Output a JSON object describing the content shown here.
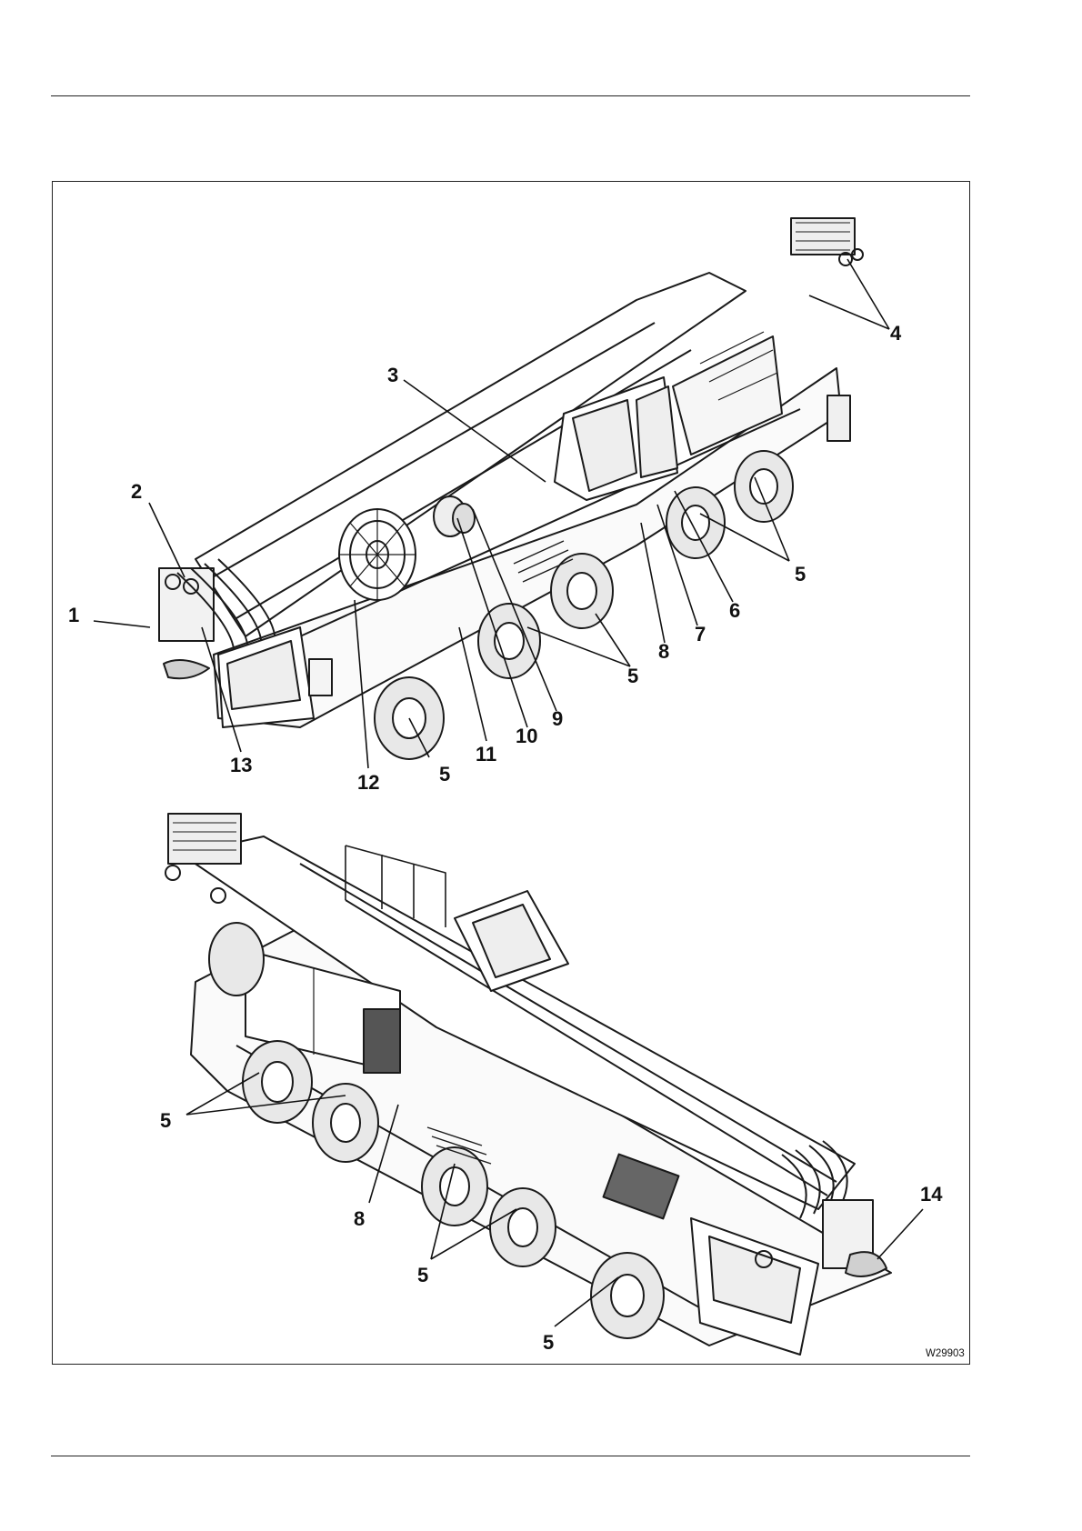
{
  "figure": {
    "code": "W29903",
    "top_view": {
      "callouts": [
        {
          "id": "c1",
          "label": "1"
        },
        {
          "id": "c2",
          "label": "2"
        },
        {
          "id": "c3",
          "label": "3"
        },
        {
          "id": "c4",
          "label": "4"
        },
        {
          "id": "c5a",
          "label": "5"
        },
        {
          "id": "c5b",
          "label": "5"
        },
        {
          "id": "c5c",
          "label": "5"
        },
        {
          "id": "c6",
          "label": "6"
        },
        {
          "id": "c7",
          "label": "7"
        },
        {
          "id": "c8",
          "label": "8"
        },
        {
          "id": "c9",
          "label": "9"
        },
        {
          "id": "c10",
          "label": "10"
        },
        {
          "id": "c11",
          "label": "11"
        },
        {
          "id": "c12",
          "label": "12"
        },
        {
          "id": "c13",
          "label": "13"
        }
      ]
    },
    "bottom_view": {
      "callouts": [
        {
          "id": "d5a",
          "label": "5"
        },
        {
          "id": "d8",
          "label": "8"
        },
        {
          "id": "d5b",
          "label": "5"
        },
        {
          "id": "d5c",
          "label": "5"
        },
        {
          "id": "d14",
          "label": "14"
        }
      ]
    }
  }
}
